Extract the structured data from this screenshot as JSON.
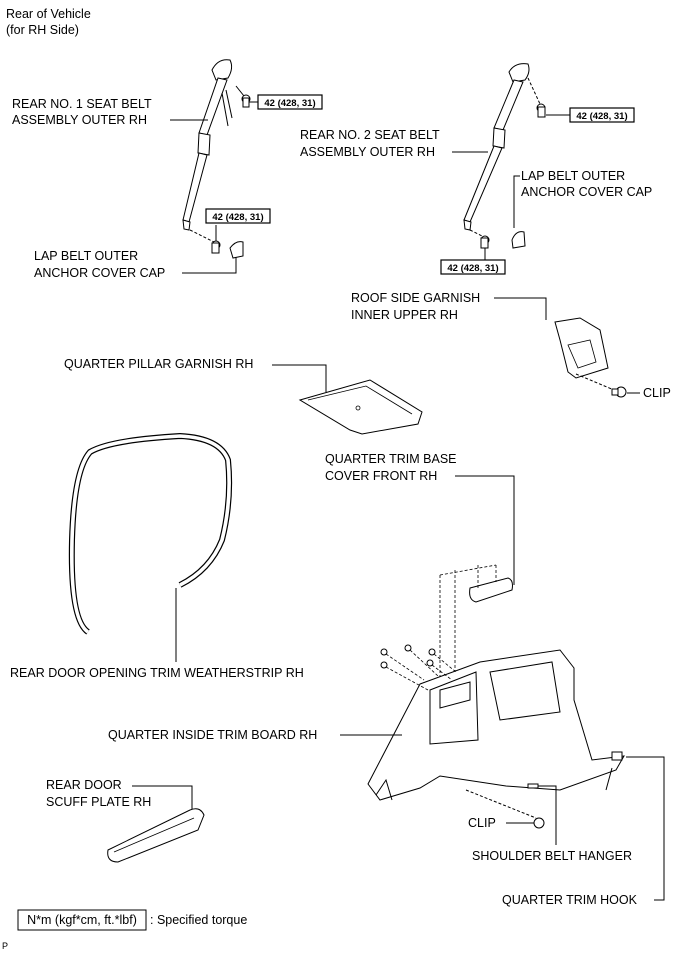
{
  "header": {
    "line1": "Rear of Vehicle",
    "line2": "(for RH Side)"
  },
  "labels": {
    "belt1_line1": "REAR NO. 1 SEAT BELT",
    "belt1_line2": "ASSEMBLY OUTER RH",
    "belt2_line1": "REAR NO. 2 SEAT BELT",
    "belt2_line2": "ASSEMBLY OUTER RH",
    "lapcap_right_line1": "LAP BELT OUTER",
    "lapcap_right_line2": "ANCHOR COVER CAP",
    "lapcap_left_line1": "LAP BELT OUTER",
    "lapcap_left_line2": "ANCHOR COVER CAP",
    "roof_line1": "ROOF SIDE GARNISH",
    "roof_line2": "INNER UPPER RH",
    "clip_upper": "CLIP",
    "quarter_pillar": "QUARTER PILLAR GARNISH RH",
    "trim_base_line1": "QUARTER TRIM BASE",
    "trim_base_line2": "COVER FRONT RH",
    "weatherstrip": "REAR DOOR OPENING TRIM WEATHERSTRIP RH",
    "trim_board": "QUARTER INSIDE TRIM BOARD RH",
    "scuff_line1": "REAR DOOR",
    "scuff_line2": "SCUFF PLATE RH",
    "clip_lower": "CLIP",
    "shoulder_hanger": "SHOULDER BELT HANGER",
    "trim_hook": "QUARTER TRIM HOOK"
  },
  "torque": {
    "t1": "42 (428, 31)",
    "t2": "42 (428, 31)",
    "t3": "42 (428, 31)",
    "t4": "42 (428, 31)"
  },
  "legend": {
    "box": "N*m (kgf*cm, ft.*lbf)",
    "desc": ": Specified torque"
  },
  "footer": {
    "code": "P"
  }
}
